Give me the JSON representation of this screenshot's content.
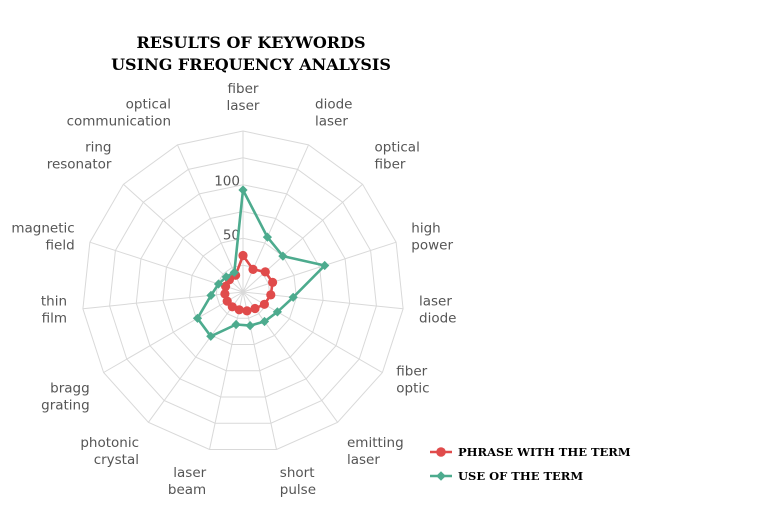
{
  "chart_data": {
    "type": "radar",
    "title": [
      "RESULTS OF KEYWORDS",
      "USING FREQUENCY ANALYSIS"
    ],
    "axes": [
      [
        "fiber",
        "laser"
      ],
      [
        "diode",
        "laser"
      ],
      [
        "optical",
        "fiber"
      ],
      [
        "high",
        "power"
      ],
      [
        "laser",
        "diode"
      ],
      [
        "fiber",
        "optic"
      ],
      [
        "emitting",
        "laser"
      ],
      [
        "short",
        "pulse"
      ],
      [
        "laser",
        "beam"
      ],
      [
        "photonic",
        "crystal"
      ],
      [
        "bragg",
        "grating"
      ],
      [
        "thin",
        "film"
      ],
      [
        "magnetic",
        "field"
      ],
      [
        "ring",
        "resonator"
      ],
      [
        "optical",
        "communication"
      ]
    ],
    "radial_ticks": [
      50,
      100
    ],
    "rmax": 150,
    "grid": true,
    "legend_position": "bottom-right",
    "series": [
      {
        "name": "PHRASE WITH THE TERM",
        "color": "#e04b4b",
        "values": [
          34,
          23,
          28,
          29,
          26,
          23,
          19,
          18,
          17,
          17,
          17,
          17,
          17,
          17,
          17
        ]
      },
      {
        "name": "USE OF THE TERM",
        "color": "#4dab8e",
        "values": [
          95,
          56,
          50,
          80,
          47,
          37,
          34,
          32,
          31,
          51,
          49,
          30,
          24,
          21,
          20
        ]
      }
    ]
  }
}
